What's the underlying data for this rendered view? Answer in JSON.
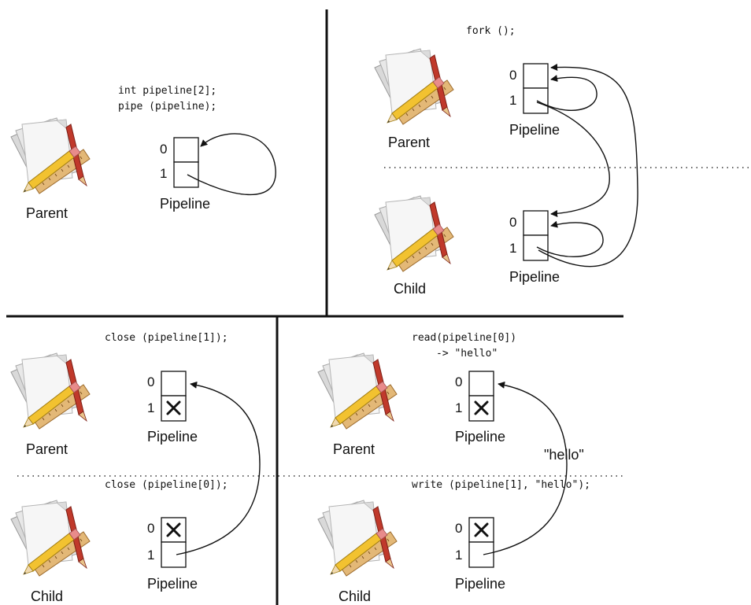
{
  "labels": {
    "parent": "Parent",
    "child": "Child",
    "pipeline": "Pipeline",
    "index0": "0",
    "index1": "1"
  },
  "panels": {
    "pipe": {
      "code_line1": "int pipeline[2];",
      "code_line2": "pipe (pipeline);"
    },
    "fork": {
      "code": "fork ();"
    },
    "close": {
      "parent_code": "close (pipeline[1]);",
      "child_code": "close (pipeline[0]);"
    },
    "readwrite": {
      "read_line1": "read(pipeline[0])",
      "read_line2": "-> \"hello\"",
      "write_code": "write (pipeline[1], \"hello\");",
      "message": "\"hello\""
    }
  },
  "colors": {
    "line": "#111111",
    "dotted": "#333333"
  }
}
